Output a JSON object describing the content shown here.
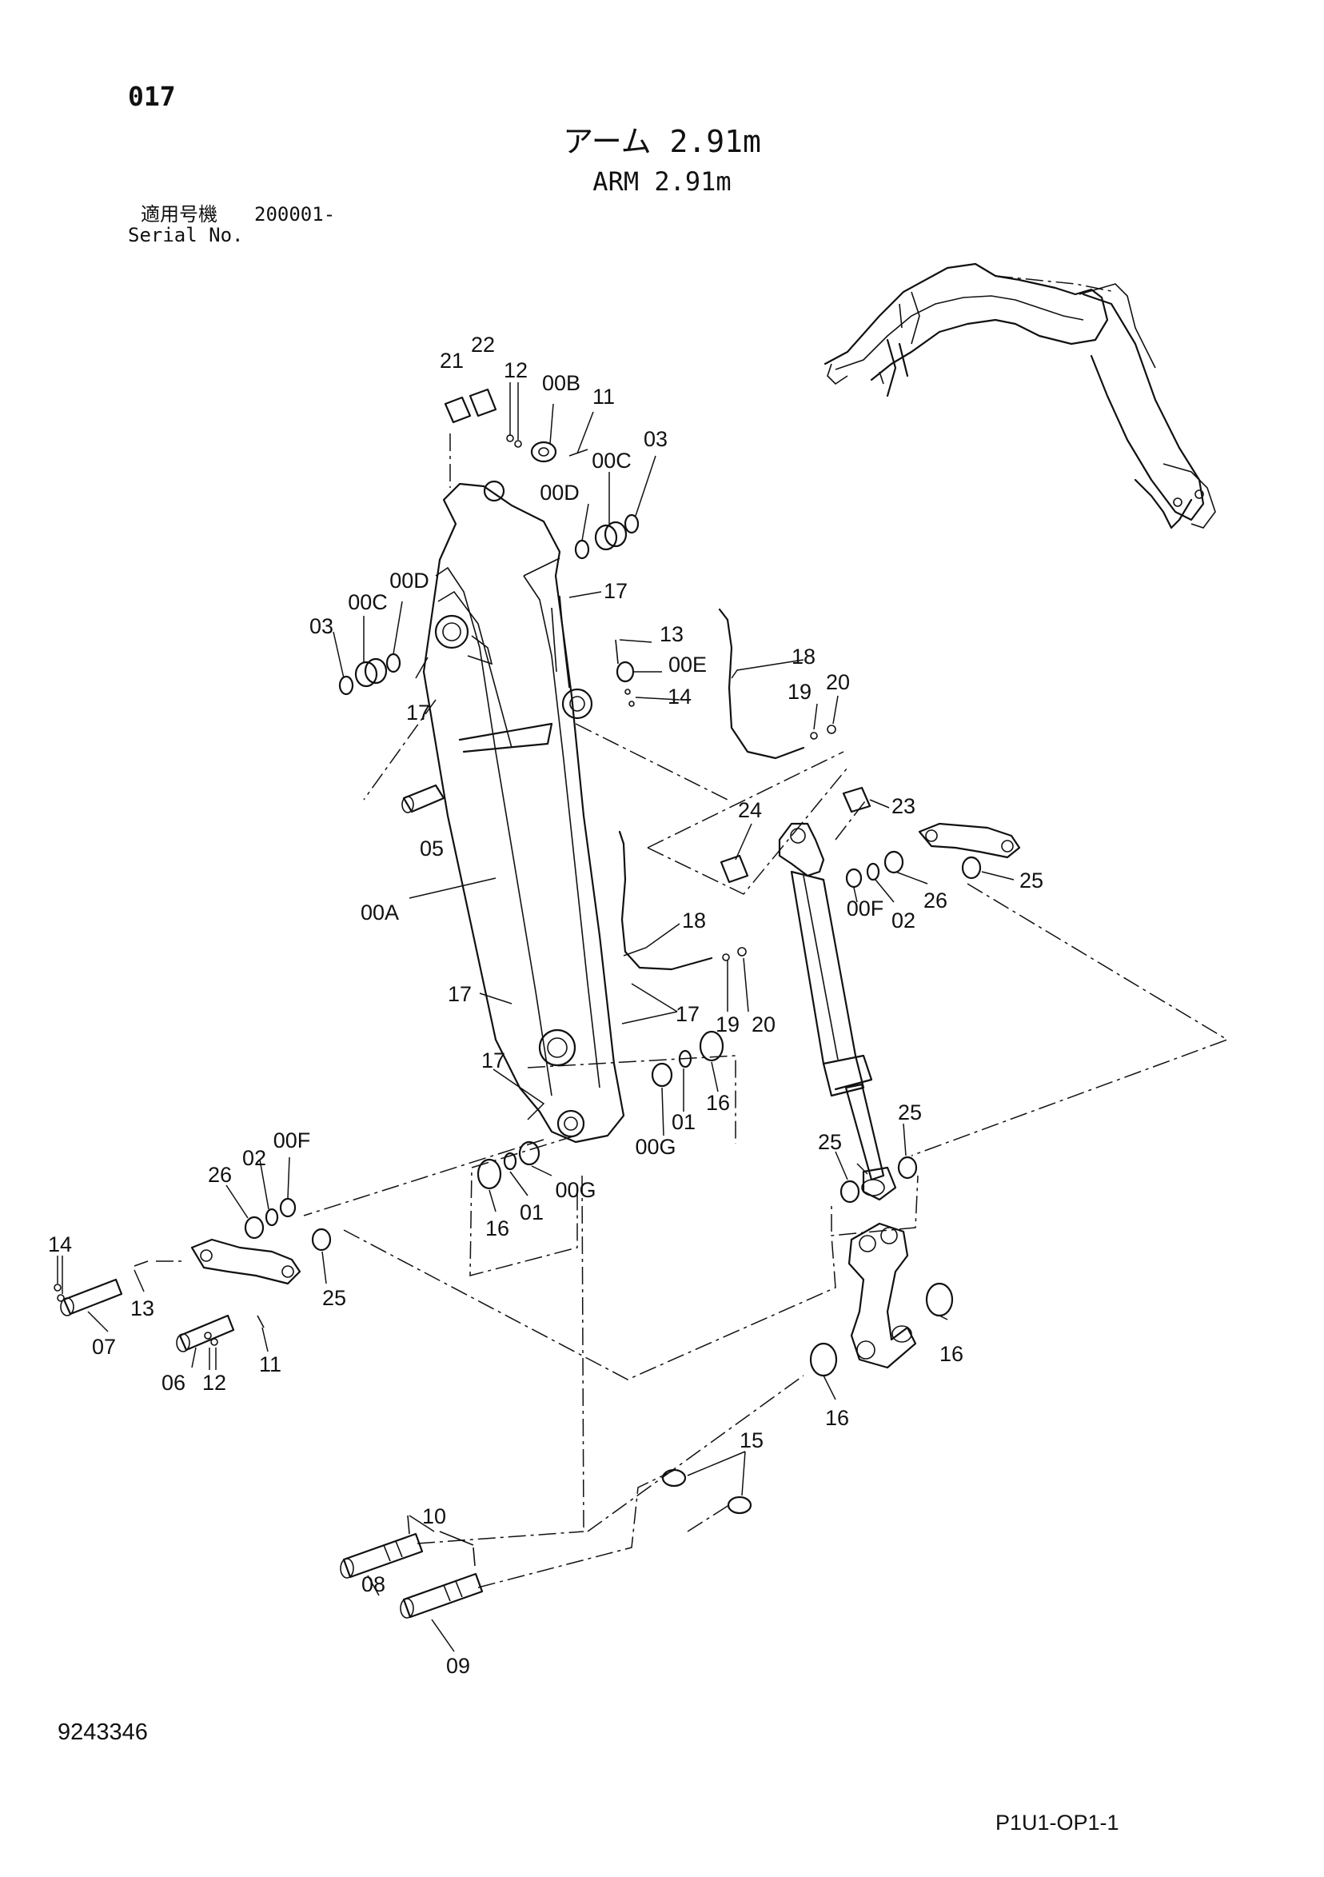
{
  "page_code": "017",
  "title_jp": "アーム 2.91m",
  "title_en": "ARM 2.91m",
  "serial_label_jp": "適用号機",
  "serial_value": "200001-",
  "serial_label_en": "Serial No.",
  "drawing_number": "9243346",
  "sheet_code": "P1U1-OP1-1",
  "part_labels": {
    "p21": "21",
    "p22": "22",
    "p12a": "12",
    "p00B": "00B",
    "p11a": "11",
    "p03a": "03",
    "p00Ca": "00C",
    "p00Da": "00D",
    "p17a": "17",
    "p00Db": "00D",
    "p00Cb": "00C",
    "p03b": "03",
    "p17b": "17",
    "p13a": "13",
    "p00E": "00E",
    "p14a": "14",
    "p18a": "18",
    "p19a": "19",
    "p20a": "20",
    "p05": "05",
    "p24": "24",
    "p23": "23",
    "p25a": "25",
    "p26a": "26",
    "p02a": "02",
    "p00Fa": "00F",
    "p00A": "00A",
    "p18b": "18",
    "p17c": "17",
    "p17d": "17",
    "p19b": "19",
    "p20b": "20",
    "p17e": "17",
    "p16a": "16",
    "p01a": "01",
    "p00Ga": "00G",
    "p25b": "25",
    "p25c": "25",
    "p00Fb": "00F",
    "p02b": "02",
    "p26b": "26",
    "p16b": "16",
    "p01b": "01",
    "p00Gb": "00G",
    "p14b": "14",
    "p13b": "13",
    "p25d": "25",
    "p07": "07",
    "p06": "06",
    "p12b": "12",
    "p11b": "11",
    "p16c": "16",
    "p16d": "16",
    "p15": "15",
    "p10": "10",
    "p08": "08",
    "p09": "09"
  }
}
